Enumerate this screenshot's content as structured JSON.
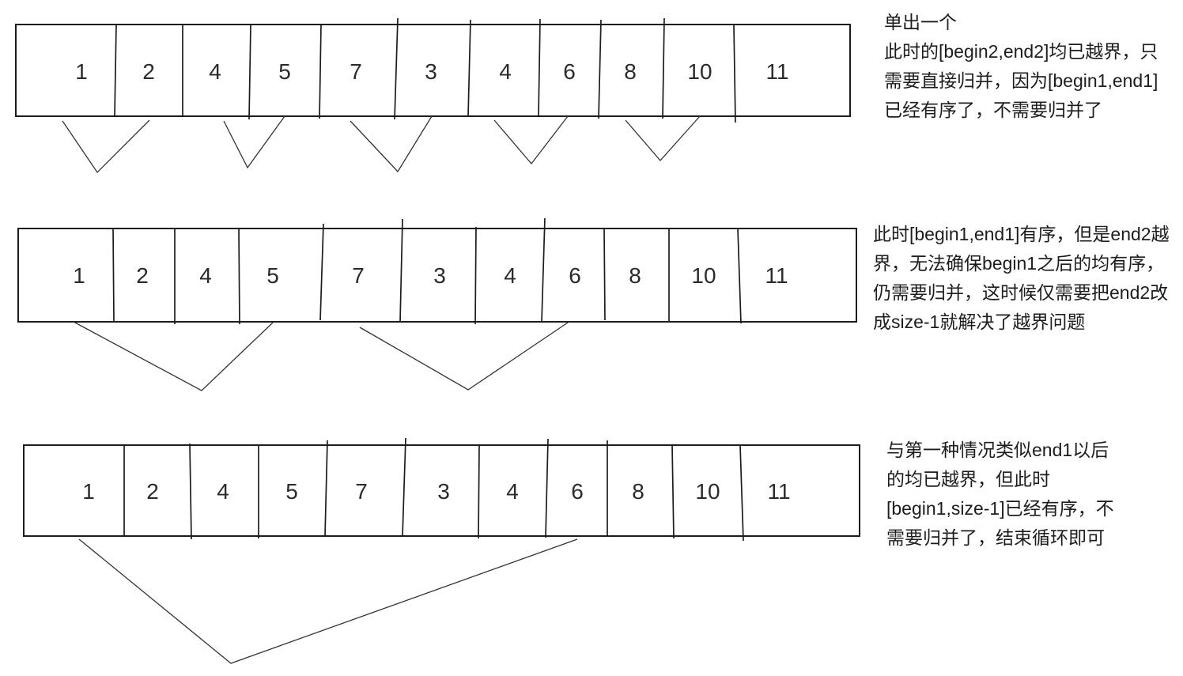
{
  "diagram": {
    "rows": [
      {
        "values": [
          "1",
          "2",
          "4",
          "5",
          "7",
          "3",
          "4",
          "6",
          "8",
          "10",
          "11"
        ]
      },
      {
        "values": [
          "1",
          "2",
          "4",
          "5",
          "7",
          "3",
          "4",
          "6",
          "8",
          "10",
          "11"
        ]
      },
      {
        "values": [
          "1",
          "2",
          "4",
          "5",
          "7",
          "3",
          "4",
          "6",
          "8",
          "10",
          "11"
        ]
      }
    ]
  },
  "annotations": [
    {
      "lines": [
        "单出一个",
        "此时的[begin2,end2]均已越界，只",
        "需要直接归并，因为[begin1,end1]",
        "已经有序了，不需要归并了"
      ]
    },
    {
      "lines": [
        "此时[begin1,end1]有序，但是end2越",
        "界，无法确保begin1之后的均有序，",
        "仍需要归并，这时候仅需要把end2改",
        "成size-1就解决了越界问题"
      ]
    },
    {
      "lines": [
        "与第一种情况类似end1以后",
        "的均已越界，但此时",
        "[begin1,size-1]已经有序，不",
        "需要归并了，结束循环即可"
      ]
    }
  ],
  "colors": {
    "background": "#ffffff",
    "stroke": "#1c1c1c",
    "text": "#1d1d1d"
  }
}
